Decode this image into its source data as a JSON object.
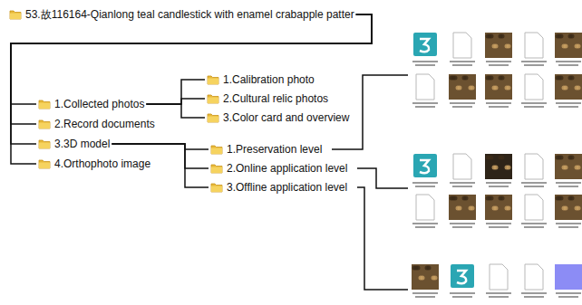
{
  "diagram": {
    "nodes": [
      {
        "text": [
          "53.故116164-Qianlong teal candlestick with enamel crabapple patter"
        ]
      },
      {
        "text": [
          "1.Collected photos"
        ]
      },
      {
        "text": [
          "2.Record documents"
        ]
      },
      {
        "text": [
          "3.3D model"
        ]
      },
      {
        "text": [
          "4.Orthophoto image"
        ]
      },
      {
        "text": [
          "1.Calibration photo"
        ]
      },
      {
        "text": [
          "2.Cultural relic photos"
        ]
      },
      {
        "text": [
          "3.Color card and overview"
        ]
      },
      {
        "text": [
          "1.Preservation level"
        ]
      },
      {
        "text": [
          "2.Online application level"
        ]
      },
      {
        "text": [
          "3.Offline application level"
        ]
      }
    ],
    "edges": [
      {
        "from": 0,
        "to": 1,
        "arrow": "none"
      },
      {
        "from": 0,
        "to": 2,
        "arrow": "none"
      },
      {
        "from": 0,
        "to": 3,
        "arrow": "none"
      },
      {
        "from": 0,
        "to": 4,
        "arrow": "none"
      },
      {
        "from": 1,
        "to": 5,
        "arrow": "none"
      },
      {
        "from": 1,
        "to": 6,
        "arrow": "none"
      },
      {
        "from": 1,
        "to": 7,
        "arrow": "none"
      },
      {
        "from": 3,
        "to": 8,
        "arrow": "none"
      },
      {
        "from": 3,
        "to": 9,
        "arrow": "none"
      },
      {
        "from": 3,
        "to": 10,
        "arrow": "none"
      }
    ]
  }
}
